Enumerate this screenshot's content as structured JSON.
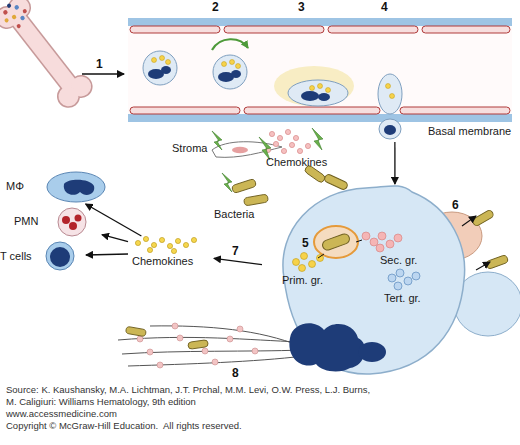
{
  "diagram": {
    "nodes": [
      {
        "text": [
          "Basal membrane"
        ]
      },
      {
        "text": [
          "Prim. gr.",
          "Sec. gr.",
          "Tert. gr."
        ]
      },
      {
        "text": [
          "Chemokines"
        ]
      },
      {
        "text": [
          "MΦ"
        ]
      },
      {
        "text": [
          "PMN"
        ]
      },
      {
        "text": [
          "T cells"
        ]
      }
    ],
    "edges": [
      {
        "from": 0,
        "to": 1,
        "arrow": "to"
      },
      {
        "from": 1,
        "to": 2,
        "label": "7",
        "arrow": "to"
      },
      {
        "from": 2,
        "to": 3,
        "arrow": "to"
      },
      {
        "from": 2,
        "to": 4,
        "arrow": "to"
      },
      {
        "from": 2,
        "to": 5,
        "arrow": "to"
      }
    ],
    "labels": [
      "1",
      "2",
      "3",
      "4",
      "Stroma",
      "Chemokines",
      "Bacteria",
      "6",
      "5",
      "8",
      "Source: K. Kaushansky, M.A. Lichtman, J.T. Prchal, M.M. Levi, O.W. Press, L.J. Burns,",
      "M. Caligiuri: Williams Hematology, 9th edition",
      "www.accessmedicine.com",
      "Copyright © McGraw-Hill Education.  All rights reserved."
    ]
  }
}
